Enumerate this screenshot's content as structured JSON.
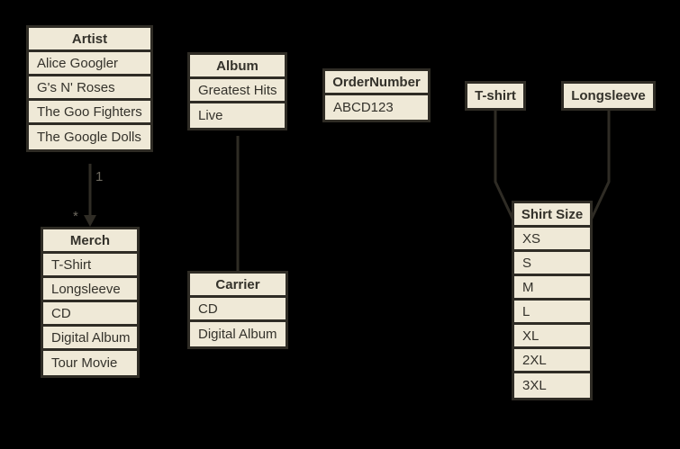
{
  "canvas": {
    "background": "#000000"
  },
  "colors": {
    "canvas_bg": "#000000",
    "box_fill": "#EFE9D7",
    "box_border": "#2F2C25",
    "box_text": "#34322B",
    "muted_label": "#6E6A60"
  },
  "tables": {
    "artist": {
      "title": "Artist",
      "rows": [
        "Alice Googler",
        "G's N' Roses",
        "The Goo Fighters",
        "The Google Dolls"
      ]
    },
    "album": {
      "title": "Album",
      "rows": [
        "Greatest Hits",
        "Live"
      ]
    },
    "order_number": {
      "title": "OrderNumber",
      "rows": [
        "ABCD123"
      ]
    },
    "merch": {
      "title": "Merch",
      "rows": [
        "T-Shirt",
        "Longsleeve",
        "CD",
        "Digital Album",
        "Tour Movie"
      ]
    },
    "carrier": {
      "title": "Carrier",
      "rows": [
        "CD",
        "Digital Album"
      ]
    },
    "tshirt": {
      "title": "T-shirt",
      "rows": []
    },
    "longsleeve": {
      "title": "Longsleeve",
      "rows": []
    },
    "shirt_size": {
      "title": "Shirt Size",
      "rows": [
        "XS",
        "S",
        "M",
        "L",
        "XL",
        "2XL",
        "3XL"
      ]
    }
  },
  "connectors": {
    "artist_merch": {
      "from": "Artist",
      "to": "Merch",
      "start_label": "1",
      "end_label": "*"
    },
    "album_carrier": {
      "from": "Album",
      "to": "Carrier"
    },
    "tshirt_shirt_size": {
      "from": "T-shirt",
      "to": "Shirt Size"
    },
    "longsleeve_shirt_size": {
      "from": "Longsleeve",
      "to": "Shirt Size"
    }
  }
}
